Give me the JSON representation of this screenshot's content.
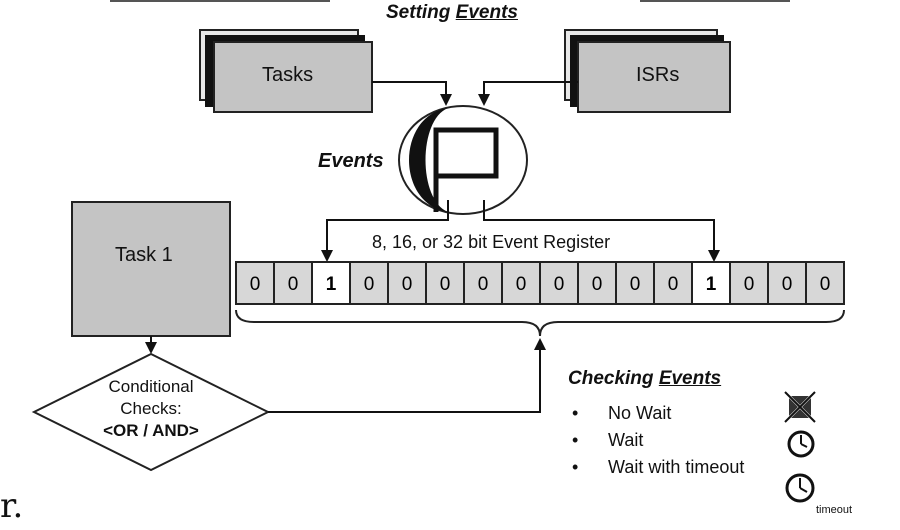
{
  "title_setting": {
    "prefix": "Setting ",
    "underlined": "Events"
  },
  "tasks_label": "Tasks",
  "isrs_label": "ISRs",
  "events_label": "Events",
  "task1_label": "Task 1",
  "register_label": "8, 16, or 32 bit Event Register",
  "register_bits": [
    "0",
    "0",
    "1",
    "0",
    "0",
    "0",
    "0",
    "0",
    "0",
    "0",
    "0",
    "0",
    "1",
    "0",
    "0",
    "0"
  ],
  "set_bit_indices": [
    2,
    12
  ],
  "conditional": {
    "line1": "Conditional",
    "line2": "Checks:",
    "line3": "<OR / AND>"
  },
  "title_checking": {
    "prefix": "Checking ",
    "underlined": "Events"
  },
  "checking_items": [
    "No Wait",
    "Wait",
    "Wait with timeout"
  ],
  "timeout_label": "timeout",
  "stray_text": "r.",
  "colors": {
    "box_fill": "#c4c4c4",
    "cell_fill": "#d7d7d7",
    "set_cell_fill": "#ffffff",
    "stroke": "#222222"
  },
  "icons": [
    "no-wait-x-icon",
    "clock-icon",
    "clock-timeout-icon"
  ]
}
